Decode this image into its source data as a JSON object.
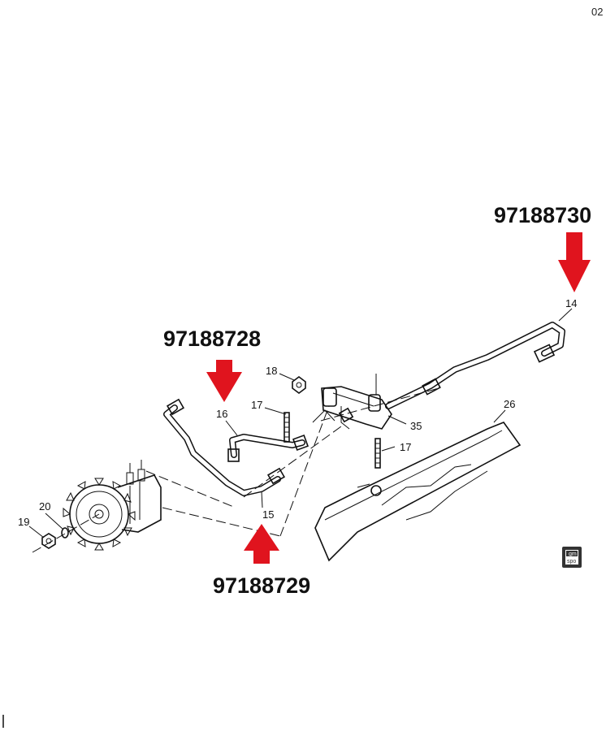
{
  "corner_code": "02",
  "part_numbers": {
    "right": "97188730",
    "upper_left": "97188728",
    "bottom": "97188729"
  },
  "callouts": {
    "c14": "14",
    "c15": "15",
    "c16": "16",
    "c17a": "17",
    "c17b": "17",
    "c18": "18",
    "c19": "19",
    "c20": "20",
    "c26": "26",
    "c35": "35"
  },
  "badge": {
    "line1": "gm",
    "line2": "spo"
  },
  "icons": [
    "down-arrow-icon",
    "up-arrow-icon",
    "gm-spo-badge-icon"
  ],
  "colors": {
    "arrow": "#e0141e",
    "ink": "#111111",
    "badge": "#333333"
  }
}
